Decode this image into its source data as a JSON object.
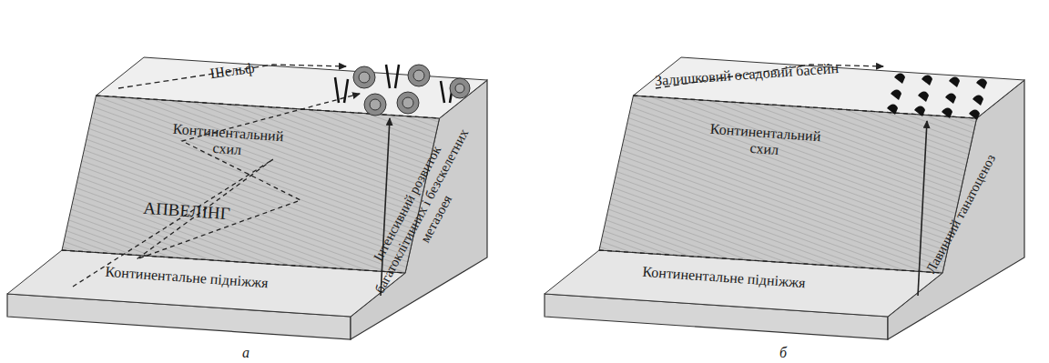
{
  "diagram": {
    "labels": [
      "Шельф",
      "Континентальний схил",
      "АПВЕЛІНГ",
      "Континентальне підніжжя",
      "Інтенсивний розвиток багатоклітинних і безскелетних метазоея",
      "а",
      "Залишковий осадовий басейн",
      "Континентальний схил",
      "Континентальне підніжжя",
      "Лавинний танатоценоз",
      "б"
    ]
  }
}
